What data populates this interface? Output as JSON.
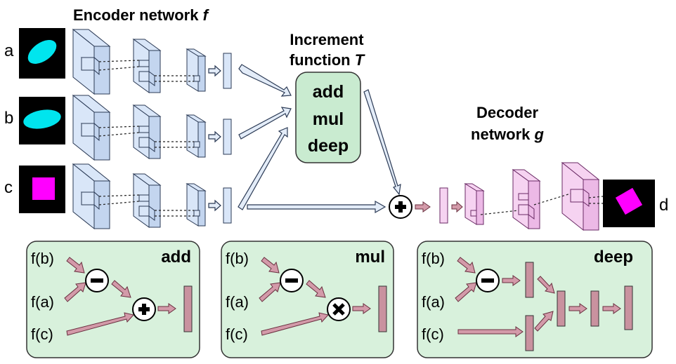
{
  "encoder": {
    "title": "Encoder network ",
    "title_var": "f"
  },
  "increment": {
    "line1": "Increment",
    "line2": "function ",
    "var": "T",
    "options": [
      "add",
      "mul",
      "deep"
    ]
  },
  "decoder": {
    "line1": "Decoder",
    "line2": "network ",
    "var": "g"
  },
  "inputs": [
    {
      "label": "a",
      "shape": "cyan ellipse (tilted)",
      "color": "#00e5ee"
    },
    {
      "label": "b",
      "shape": "cyan ellipse (flat)",
      "color": "#00e5ee"
    },
    {
      "label": "c",
      "shape": "magenta square",
      "color": "#ff00ff"
    }
  ],
  "output": {
    "label": "d",
    "shape": "magenta rotated square",
    "color": "#ff00ff"
  },
  "panels": [
    {
      "title": "add",
      "op_icon": "plus-icon",
      "fb": "f(b)",
      "fa": "f(a)",
      "fc": "f(c)"
    },
    {
      "title": "mul",
      "op_icon": "times-icon",
      "fb": "f(b)",
      "fa": "f(a)",
      "fc": "f(c)"
    },
    {
      "title": "deep",
      "op_icon": "stacked-layers",
      "fb": "f(b)",
      "fa": "f(a)",
      "fc": "f(c)"
    }
  ],
  "colors": {
    "panel_bg": "#d8f1dc",
    "encoder_blue": "#d9e6f8",
    "decoder_pink": "#f6d3f1",
    "layer_rose": "#c9929f"
  }
}
